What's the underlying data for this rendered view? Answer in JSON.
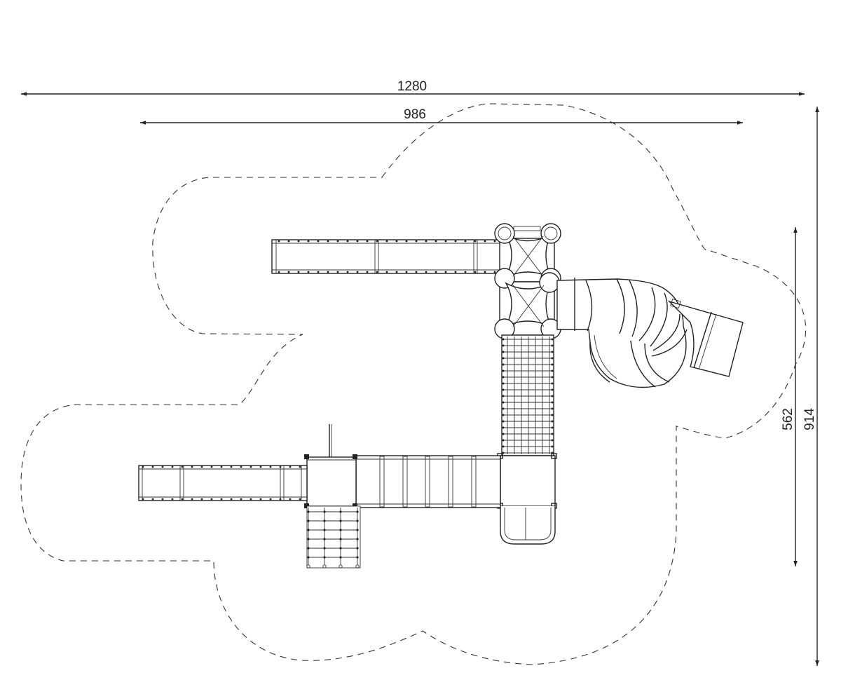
{
  "dimensions": {
    "overall_width": "1280",
    "structure_width": "986",
    "structure_depth": "562",
    "overall_depth": "914"
  },
  "colors": {
    "line": "#222222",
    "background": "#ffffff"
  }
}
